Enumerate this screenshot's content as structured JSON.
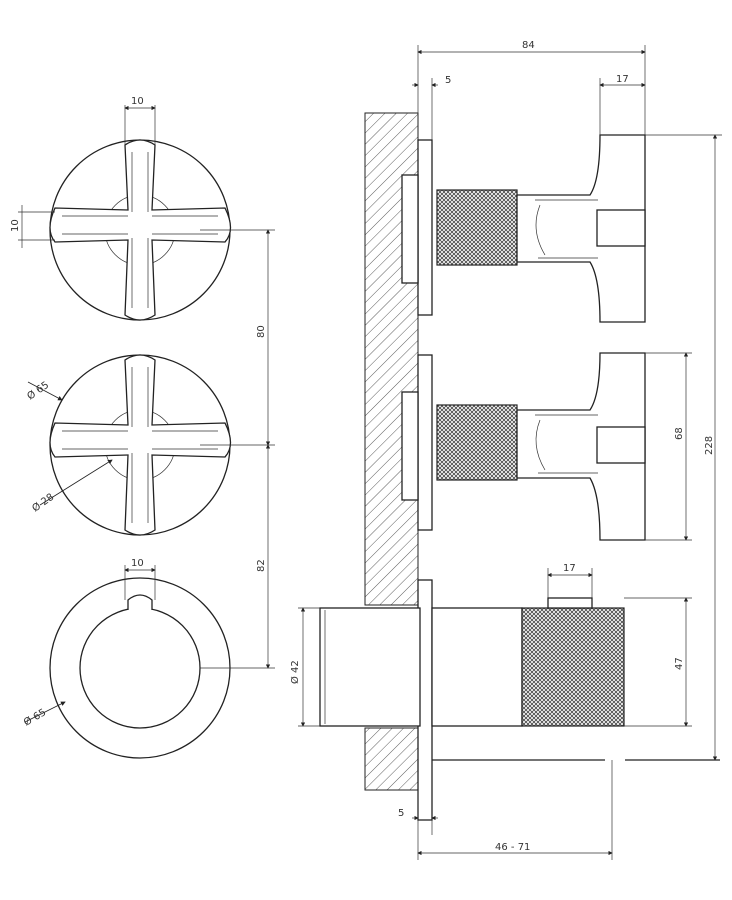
{
  "dimensions": {
    "top_width": "84",
    "wall_offset_top": "5",
    "handle_depth_top": "17",
    "total_height": "228",
    "handle_height": "68",
    "lever_depth": "17",
    "knob_height": "47",
    "knob_diameter": "Ø 42",
    "wall_offset_bottom": "5",
    "depth_range": "46 - 71",
    "cross_width": "10",
    "cross_arm_width": "10",
    "spacing_upper": "80",
    "spacing_lower": "82",
    "handle_diameter_mid": "Ø 65",
    "hub_diameter": "Ø 28",
    "lever_width": "10",
    "knob_plate_diameter": "Ø 65"
  },
  "colors": {
    "line": "#222222",
    "knurl": "#444444",
    "background": "#ffffff"
  }
}
